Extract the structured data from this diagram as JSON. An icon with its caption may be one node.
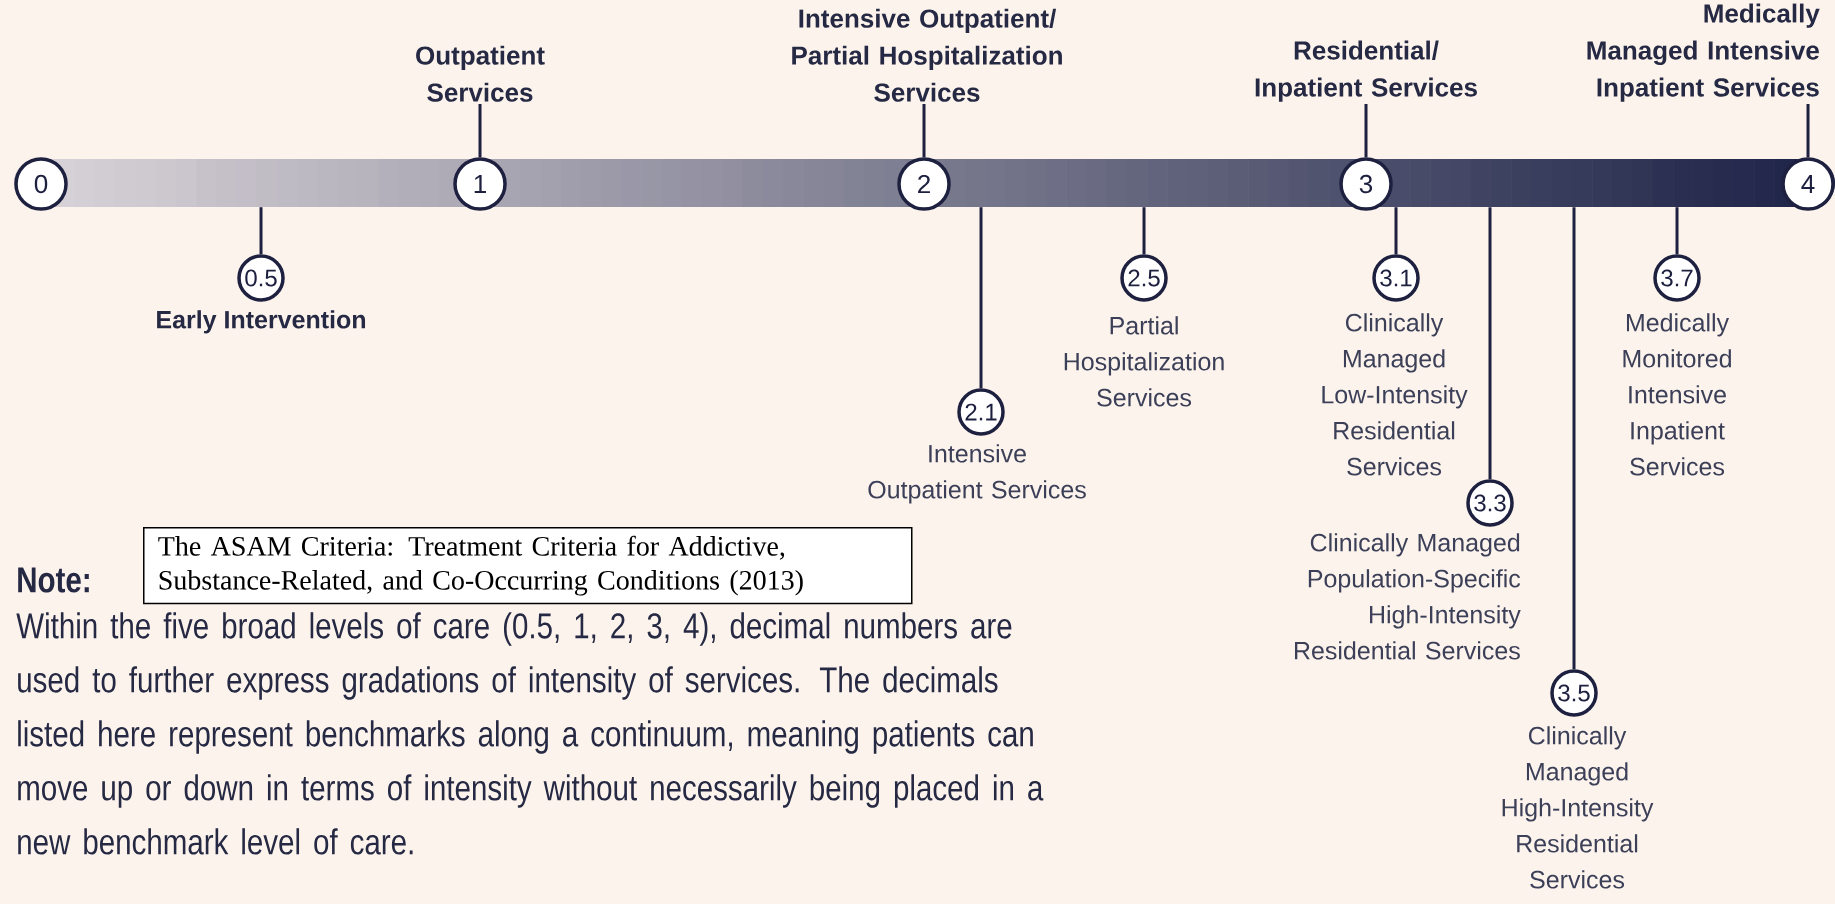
{
  "diagram": {
    "nodes": [
      {
        "text": [],
        "shape": "bar"
      },
      {
        "text": [
          "0"
        ],
        "in": 0
      },
      {
        "text": [
          "Outpatient Services"
        ]
      },
      {
        "text": [
          "1"
        ],
        "in": 0
      },
      {
        "text": [
          "Intensive Outpatient/ Partial Hospitalization Services"
        ]
      },
      {
        "text": [
          "2"
        ],
        "in": 0
      },
      {
        "text": [
          "Residential/ Inpatient Services"
        ]
      },
      {
        "text": [
          "3"
        ],
        "in": 0
      },
      {
        "text": [
          "Medically Managed Intensive Inpatient Services"
        ]
      },
      {
        "text": [
          "4"
        ],
        "in": 0
      },
      {
        "text": [
          "0.5"
        ],
        "beside": [
          "Early Intervention"
        ]
      },
      {
        "text": [
          "2.1"
        ],
        "beside": [
          "Intensive Outpatient Services"
        ]
      },
      {
        "text": [
          "2.5"
        ],
        "beside": [
          "Partial Hospitalization Services"
        ]
      },
      {
        "text": [
          "3.1"
        ],
        "beside": [
          "Clinically Managed Low-Intensity Residential Services"
        ]
      },
      {
        "text": [
          "3.3"
        ],
        "beside": [
          "Clinically Managed Population-Specific High-Intensity Residential Services"
        ]
      },
      {
        "text": [
          "3.5"
        ],
        "beside": [
          "Clinically Managed High-Intensity Residential Services"
        ]
      },
      {
        "text": [
          "3.7"
        ],
        "beside": [
          "Medically Monitored Intensive Inpatient Services"
        ]
      },
      {
        "text": [
          "The ASAM Criteria: Treatment Criteria for Addictive, Substance-Related, and Co-Occurring Conditions (2013)"
        ]
      }
    ],
    "edges": [
      {
        "from": 2,
        "to": 3,
        "arrow": "none"
      },
      {
        "from": 4,
        "to": 5,
        "arrow": "none"
      },
      {
        "from": 6,
        "to": 7,
        "arrow": "none"
      },
      {
        "from": 8,
        "to": 9,
        "arrow": "none"
      },
      {
        "from": 0,
        "to": 10,
        "arrow": "none"
      },
      {
        "from": 0,
        "to": 11,
        "arrow": "none"
      },
      {
        "from": 0,
        "to": 12,
        "arrow": "none"
      },
      {
        "from": 0,
        "to": 13,
        "arrow": "none"
      },
      {
        "from": 0,
        "to": 14,
        "arrow": "none"
      },
      {
        "from": 0,
        "to": 15,
        "arrow": "none"
      },
      {
        "from": 0,
        "to": 16,
        "arrow": "none"
      }
    ],
    "labels": [
      "Note:",
      "Within the five broad levels of care (0.5, 1, 2, 3, 4), decimal numbers are used to further express gradations of intensity of services. The decimals listed here represent benchmarks along a continuum, meaning patients can move up or down in terms of intensity without necessarily being placed in a new benchmark level of care."
    ]
  }
}
